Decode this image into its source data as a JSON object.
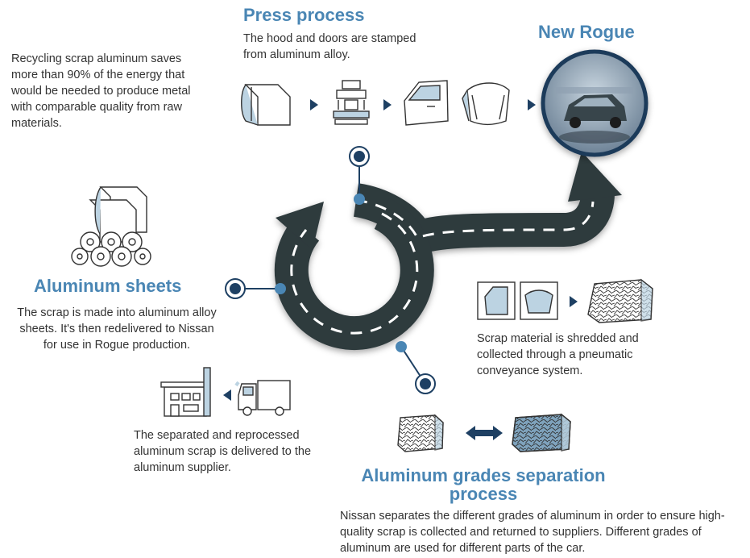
{
  "colors": {
    "accent_title": "#4a86b4",
    "road": "#2f3a3e",
    "road_dash": "#ffffff",
    "marker_dark": "#1e4063",
    "marker_light": "#4a86b4",
    "icon_stroke": "#333333",
    "icon_shade": "#bcd3e2"
  },
  "intro": {
    "text": "Recycling scrap aluminum saves more than 90% of the energy that would be needed to produce metal with comparable quality from raw materials."
  },
  "press": {
    "title": "Press process",
    "text": "The hood and doors are stamped from aluminum alloy.",
    "icons": [
      "aluminum-sheet-icon",
      "press-machine-icon",
      "car-door-icon",
      "car-hood-icon"
    ]
  },
  "rogue": {
    "title": "New Rogue",
    "image": "nissan-rogue-photo"
  },
  "sheets": {
    "title": "Aluminum sheets",
    "text": "The scrap is made into aluminum alloy sheets. It's then redelivered to Nissan for use in Rogue production.",
    "icon": "aluminum-rolls-icon"
  },
  "shred": {
    "text": "Scrap material is shredded and collected through a pneumatic conveyance system.",
    "icons": [
      "door-panel-icon",
      "hood-panel-icon",
      "shredded-scrap-icon"
    ]
  },
  "delivery": {
    "text": "The separated and reprocessed aluminum scrap is delivered to the aluminum supplier.",
    "icons": [
      "factory-icon",
      "truck-icon"
    ]
  },
  "separation": {
    "title_line1": "Aluminum grades separation",
    "title_line2": "process",
    "text": "Nissan separates the different grades of aluminum in order to ensure high-quality scrap is collected and returned to suppliers. Different grades of aluminum are used for different parts of the car.",
    "icons": [
      "scrap-block-icon",
      "double-arrow-icon",
      "sorted-scrap-icon"
    ]
  }
}
